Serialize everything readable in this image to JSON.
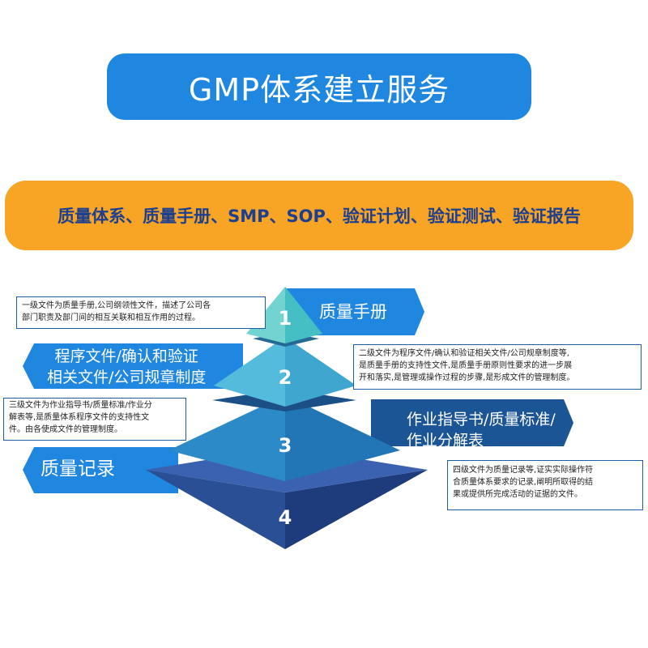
{
  "title": "GMP体系建立服务",
  "subtitle": "质量体系、质量手册、SMP、SOP、验证计划、验证测试、验证报告",
  "levels": [
    {
      "number": "1",
      "label_lines": [
        "质量手册"
      ],
      "note_lines": [
        "一级文件为质量手册,公司纲领性文件，描述了公司各",
        "部门职责及部门间的相互关联和相互作用的过程。"
      ]
    },
    {
      "number": "2",
      "label_lines": [
        "程序文件/确认和验证",
        "相关文件/公司规章制度"
      ],
      "note_lines": [
        "二级文件为程序文件/确认和验证相关文件/公司规章制度等,",
        "是质量手册的支持性文件,是质量手册原则性要求的进一步展",
        "开和落实,是管理或操作过程的步骤,是形成文件的管理制度。"
      ]
    },
    {
      "number": "3",
      "label_lines": [
        "作业指导书/质量标准/",
        "作业分解表"
      ],
      "note_lines": [
        "三级文件为作业指导书/质量标准/作业分",
        "解表等,是质量体系程序文件的支持性文",
        "件。由各使成文件的管理制度。"
      ]
    },
    {
      "number": "4",
      "label_lines": [
        "质量记录"
      ],
      "note_lines": [
        "四级文件为质量记录等,证实实际操作符",
        "合质量体系要求的记录,阐明所取得的结",
        "果或提供所完成活动的证据的文件。"
      ]
    }
  ],
  "colors": {
    "title_bg": "#1f87e0",
    "subtitle_bg": "#f8a425",
    "subtitle_text": "#1d3f8f",
    "level1": "#6ad0cf",
    "level2": "#4fb6d8",
    "level3": "#2c86c6",
    "level4": "#264f9a",
    "arrow_light": "#1f87e0",
    "arrow_dark": "#1c5596"
  }
}
